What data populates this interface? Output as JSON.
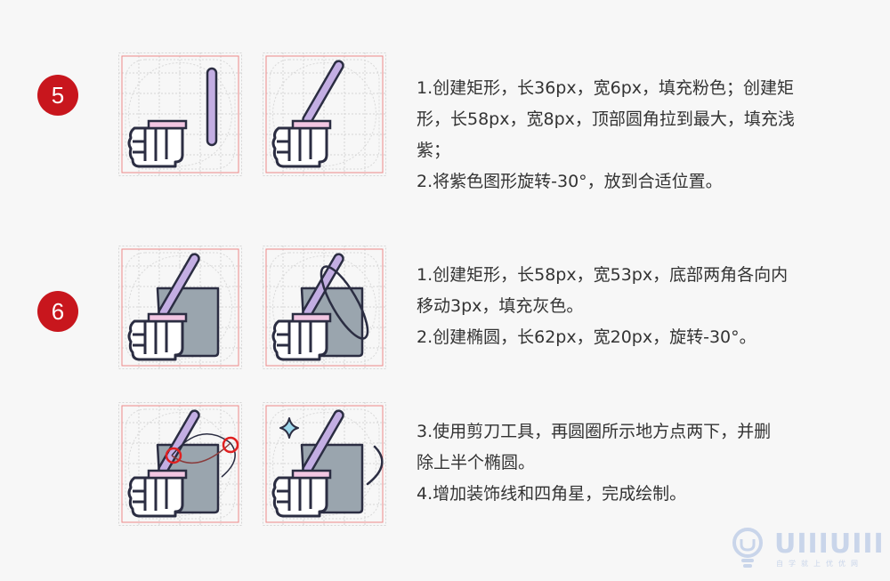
{
  "steps": {
    "s5": {
      "number": "5",
      "lines": [
        "1.创建矩形，长36px，宽6px，填充粉色；创建矩",
        "形，长58px，宽8px，顶部圆角拉到最大，填充浅",
        "紫；",
        "2.将紫色图形旋转-30°，放到合适位置。"
      ]
    },
    "s6": {
      "number": "6",
      "lines": [
        "1.创建矩形，长58px，宽53px，底部两角各向内",
        "移动3px，填充灰色。",
        "2.创建椭圆，长62px，宽20px，旋转-30°。"
      ]
    },
    "s6b": {
      "lines": [
        "3.使用剪刀工具，再圆圈所示地方点两下，并删",
        "除上半个椭圆。",
        "4.增加装饰线和四角星，完成绘制。"
      ]
    }
  },
  "logo": {
    "word": "UIIIUIII",
    "sub": "自学就上优优网"
  },
  "colors": {
    "accent": "#c8161d",
    "pink": "#f2c6e2",
    "purple": "#c3aee3",
    "gray": "#9aa5ae",
    "outline": "#2b2d42",
    "star": "#9bd6ea"
  }
}
